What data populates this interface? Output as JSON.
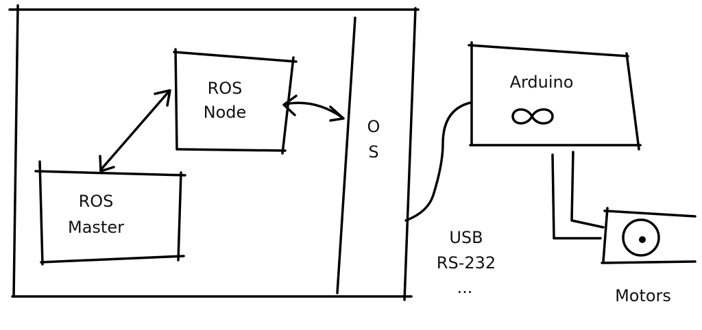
{
  "diagram": {
    "nodes": {
      "ros_node": {
        "line1": "ROS",
        "line2": "Node"
      },
      "ros_master": {
        "line1": "ROS",
        "line2": "Master"
      },
      "os": {
        "line1": "O",
        "line2": "S"
      },
      "arduino": {
        "label": "Arduino",
        "logo": "infinity-icon"
      },
      "motors": {
        "label": "Motors",
        "icon": "motor-icon"
      }
    },
    "connection": {
      "line1": "USB",
      "line2": "RS-232",
      "line3": "..."
    },
    "colors": {
      "ink": "#000000",
      "background": "#ffffff"
    }
  }
}
